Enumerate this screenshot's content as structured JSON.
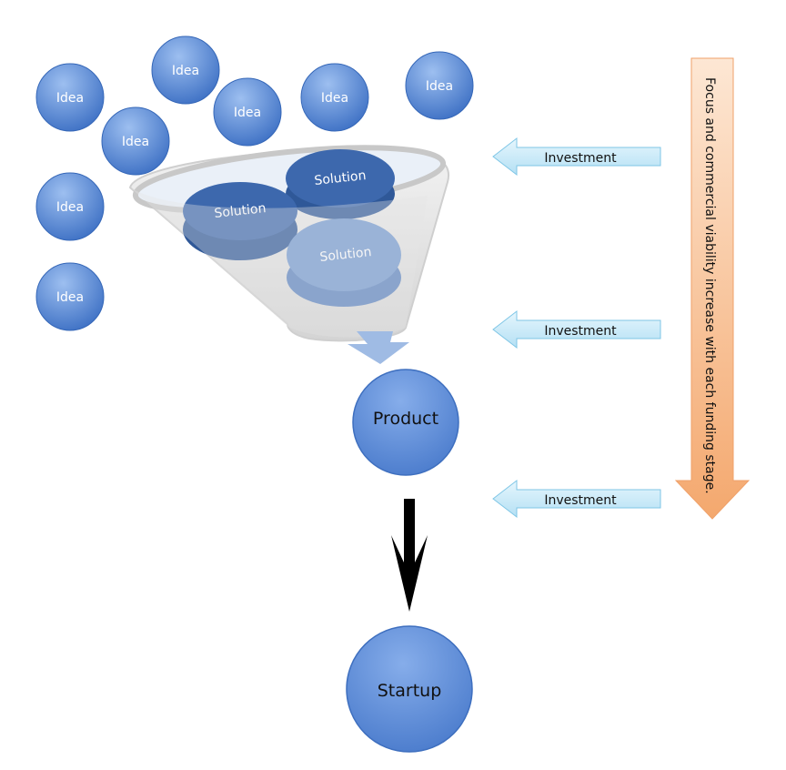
{
  "ideas": [
    {
      "label": "Idea"
    },
    {
      "label": "Idea"
    },
    {
      "label": "Idea"
    },
    {
      "label": "Idea"
    },
    {
      "label": "Idea"
    },
    {
      "label": "Idea"
    },
    {
      "label": "Idea"
    },
    {
      "label": "Idea"
    }
  ],
  "solutions": [
    {
      "label": "Solution"
    },
    {
      "label": "Solution"
    },
    {
      "label": "Solution"
    }
  ],
  "product": {
    "label": "Product"
  },
  "startup": {
    "label": "Startup"
  },
  "investments": [
    {
      "label": "Investment"
    },
    {
      "label": "Investment"
    },
    {
      "label": "Investment"
    }
  ],
  "focus_arrow": {
    "label": "Focus and commercial viability increase with each funding stage."
  },
  "colors": {
    "circle_light": "#8fb4ea",
    "circle_dark": "#3f73c6",
    "solution_dark": "#3b66aa",
    "investment_fill": "#bfe6f7",
    "investment_stroke": "#7fc6e6",
    "focus_fill_top": "#fde4cf",
    "focus_fill_bottom": "#f6b27e",
    "funnel": "#e6e6e6"
  }
}
